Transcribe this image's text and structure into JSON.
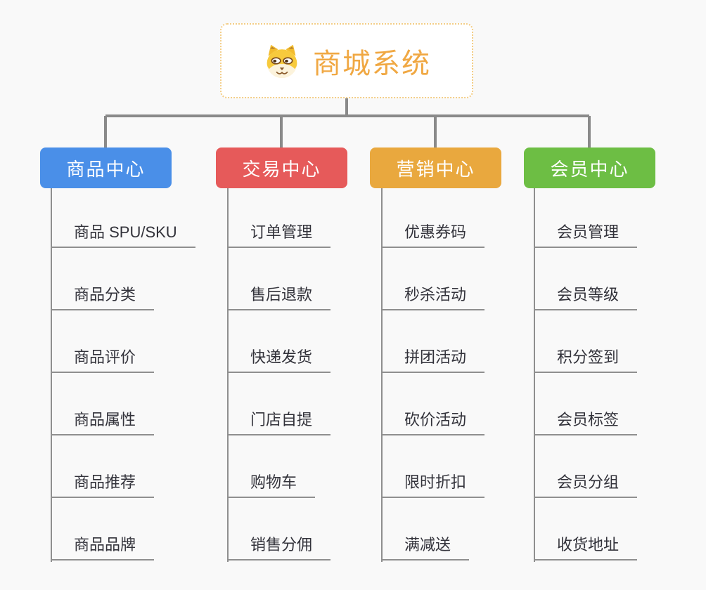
{
  "root": {
    "title": "商城系统",
    "icon": "dog-face-icon",
    "title_color": "#f0a843",
    "border_color": "#f3cd86"
  },
  "connector_color": "#8a8a8a",
  "branches": [
    {
      "title": "商品中心",
      "color": "#4a8fe8",
      "items": [
        "商品 SPU/SKU",
        "商品分类",
        "商品评价",
        "商品属性",
        "商品推荐",
        "商品品牌"
      ]
    },
    {
      "title": "交易中心",
      "color": "#e65a5a",
      "items": [
        "订单管理",
        "售后退款",
        "快递发货",
        "门店自提",
        "购物车",
        "销售分佣"
      ]
    },
    {
      "title": "营销中心",
      "color": "#e9a83e",
      "items": [
        "优惠券码",
        "秒杀活动",
        "拼团活动",
        "砍价活动",
        "限时折扣",
        "满减送"
      ]
    },
    {
      "title": "会员中心",
      "color": "#6dbe44",
      "items": [
        "会员管理",
        "会员等级",
        "积分签到",
        "会员标签",
        "会员分组",
        "收货地址"
      ]
    }
  ]
}
